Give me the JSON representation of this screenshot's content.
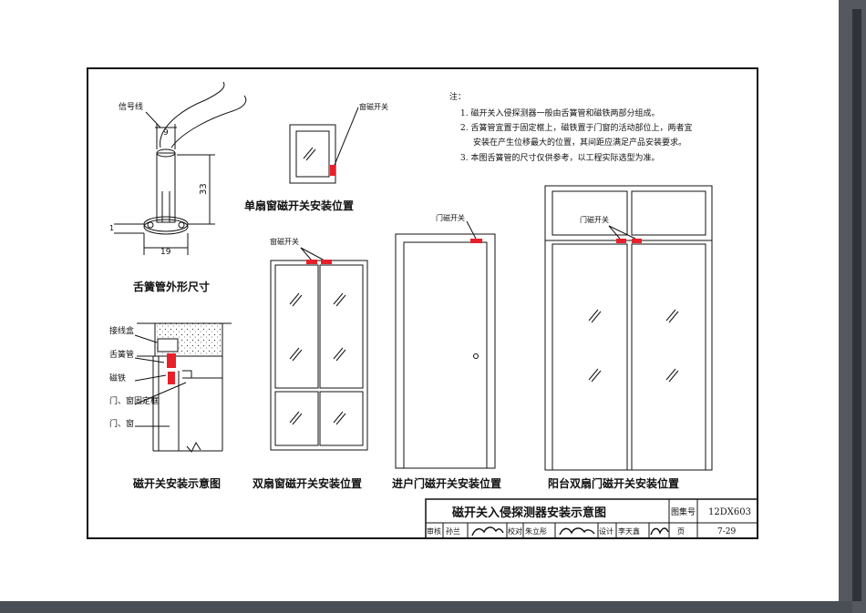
{
  "notes": {
    "heading": "注：",
    "items": [
      "1.  磁开关入侵探测器一般由舌簧管和磁铁两部分组成。",
      "2.  舌簧管宜置于固定框上，磁铁置于门窗的活动部位上，两者宜",
      "安装在产生位移最大的位置，其间距应满足产品安装要求。",
      "3.  本图舌簧管的尺寸仅供参考，以工程实际选型为准。"
    ]
  },
  "reed": {
    "label_signal": "信号线",
    "dim_top": "9",
    "dim_side": "33",
    "dim_bottom": "19",
    "dim_base": "1",
    "caption": "舌簧管外形尺寸"
  },
  "install": {
    "labels": [
      "接线盒",
      "舌簧管",
      "磁铁",
      "门、窗固定框",
      "门、窗"
    ],
    "caption": "磁开关安装示意图"
  },
  "single_window": {
    "label": "窗磁开关",
    "caption": "单扇窗磁开关安装位置"
  },
  "double_window": {
    "label": "窗磁开关",
    "caption": "双扇窗磁开关安装位置"
  },
  "entry_door": {
    "label": "门磁开关",
    "caption": "进户门磁开关安装位置"
  },
  "balcony_door": {
    "label": "门磁开关",
    "caption": "阳台双扇门磁开关安装位置"
  },
  "title_block": {
    "title": "磁开关入侵探测器安装示意图",
    "atlas_label": "图集号",
    "atlas_no": "12DX603",
    "review_label": "审核",
    "review_name": "孙兰",
    "check_label": "校对",
    "check_name": "朱立彤",
    "design_label": "设计",
    "design_name": "李天鑫",
    "page_label": "页",
    "page_no": "7-29"
  },
  "colors": {
    "switch_red": "#e8202a",
    "line": "#111111",
    "paper": "#ffffff"
  }
}
